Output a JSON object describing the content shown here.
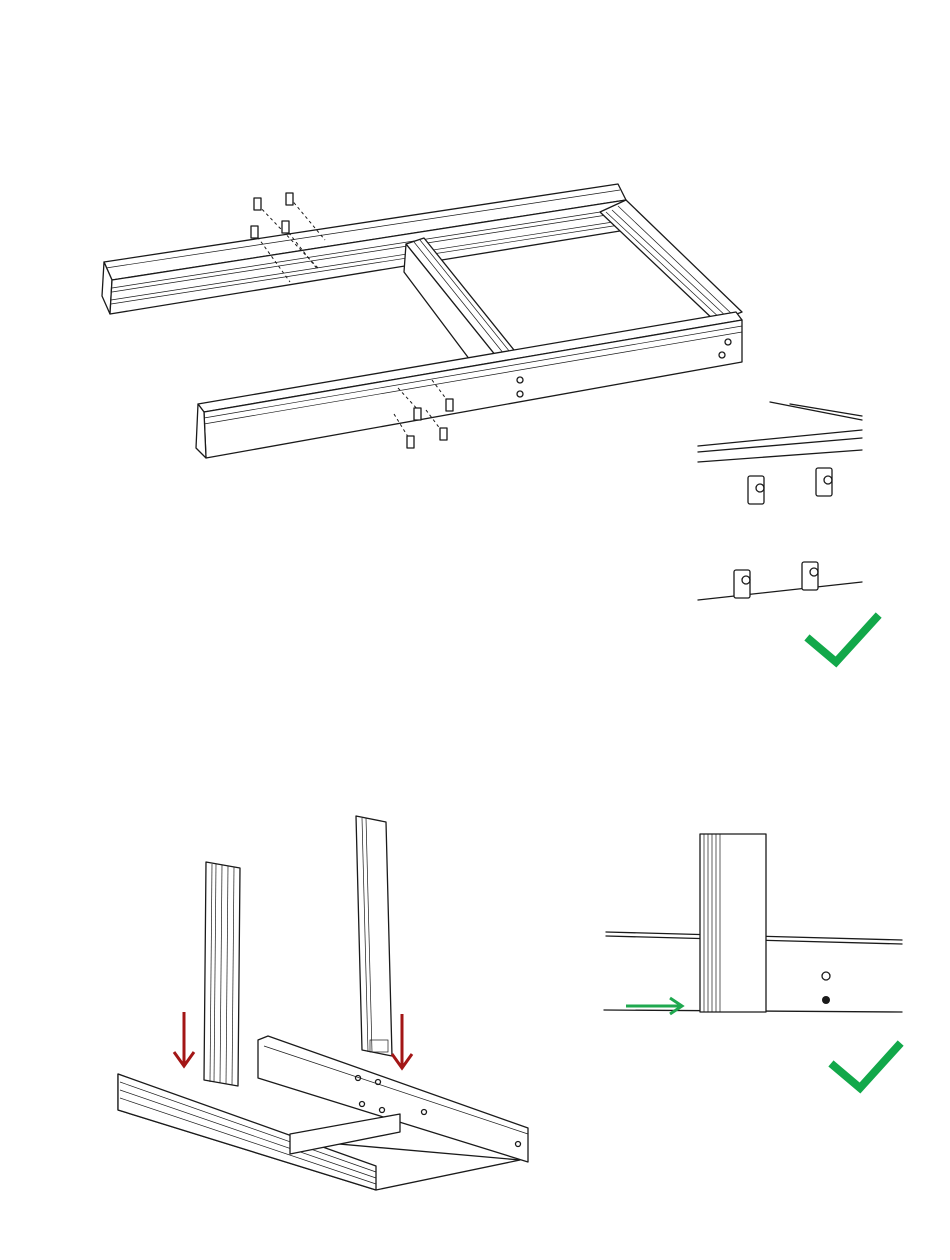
{
  "figure": {
    "panels": [
      {
        "name": "frame-with-tnuts",
        "description_icon": "frame-icon"
      },
      {
        "name": "tnut-detail",
        "status_icon": "checkmark-icon"
      },
      {
        "name": "upright-insertion",
        "arrow_icon": "arrow-down-icon"
      },
      {
        "name": "upright-alignment-detail",
        "arrow_icon": "arrow-right-icon",
        "status_icon": "checkmark-icon"
      }
    ],
    "colors": {
      "line": "#1a1a1a",
      "check": "#12a84a",
      "down_arrow": "#a31616",
      "align_arrow": "#1fa84f",
      "background": "#ffffff"
    }
  }
}
